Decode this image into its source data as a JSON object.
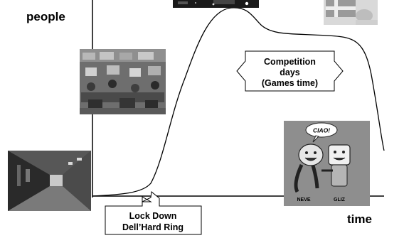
{
  "axes": {
    "y_label": "people",
    "x_label": "time"
  },
  "callouts": {
    "lockdown": {
      "line1": "Lock Down",
      "line2": "Dell’Hard Ring"
    },
    "competition": {
      "line1": "Competition",
      "line2": "days",
      "line3": "(Games time)"
    }
  },
  "mascot": {
    "speech": "CIAO!",
    "left_name": "NEVE",
    "right_name": "GLIZ"
  },
  "colors": {
    "ink": "#000000",
    "photo_dark": "#3a3a3a",
    "photo_mid": "#8c8c8c",
    "mascot_bg": "#8e8e8e"
  }
}
